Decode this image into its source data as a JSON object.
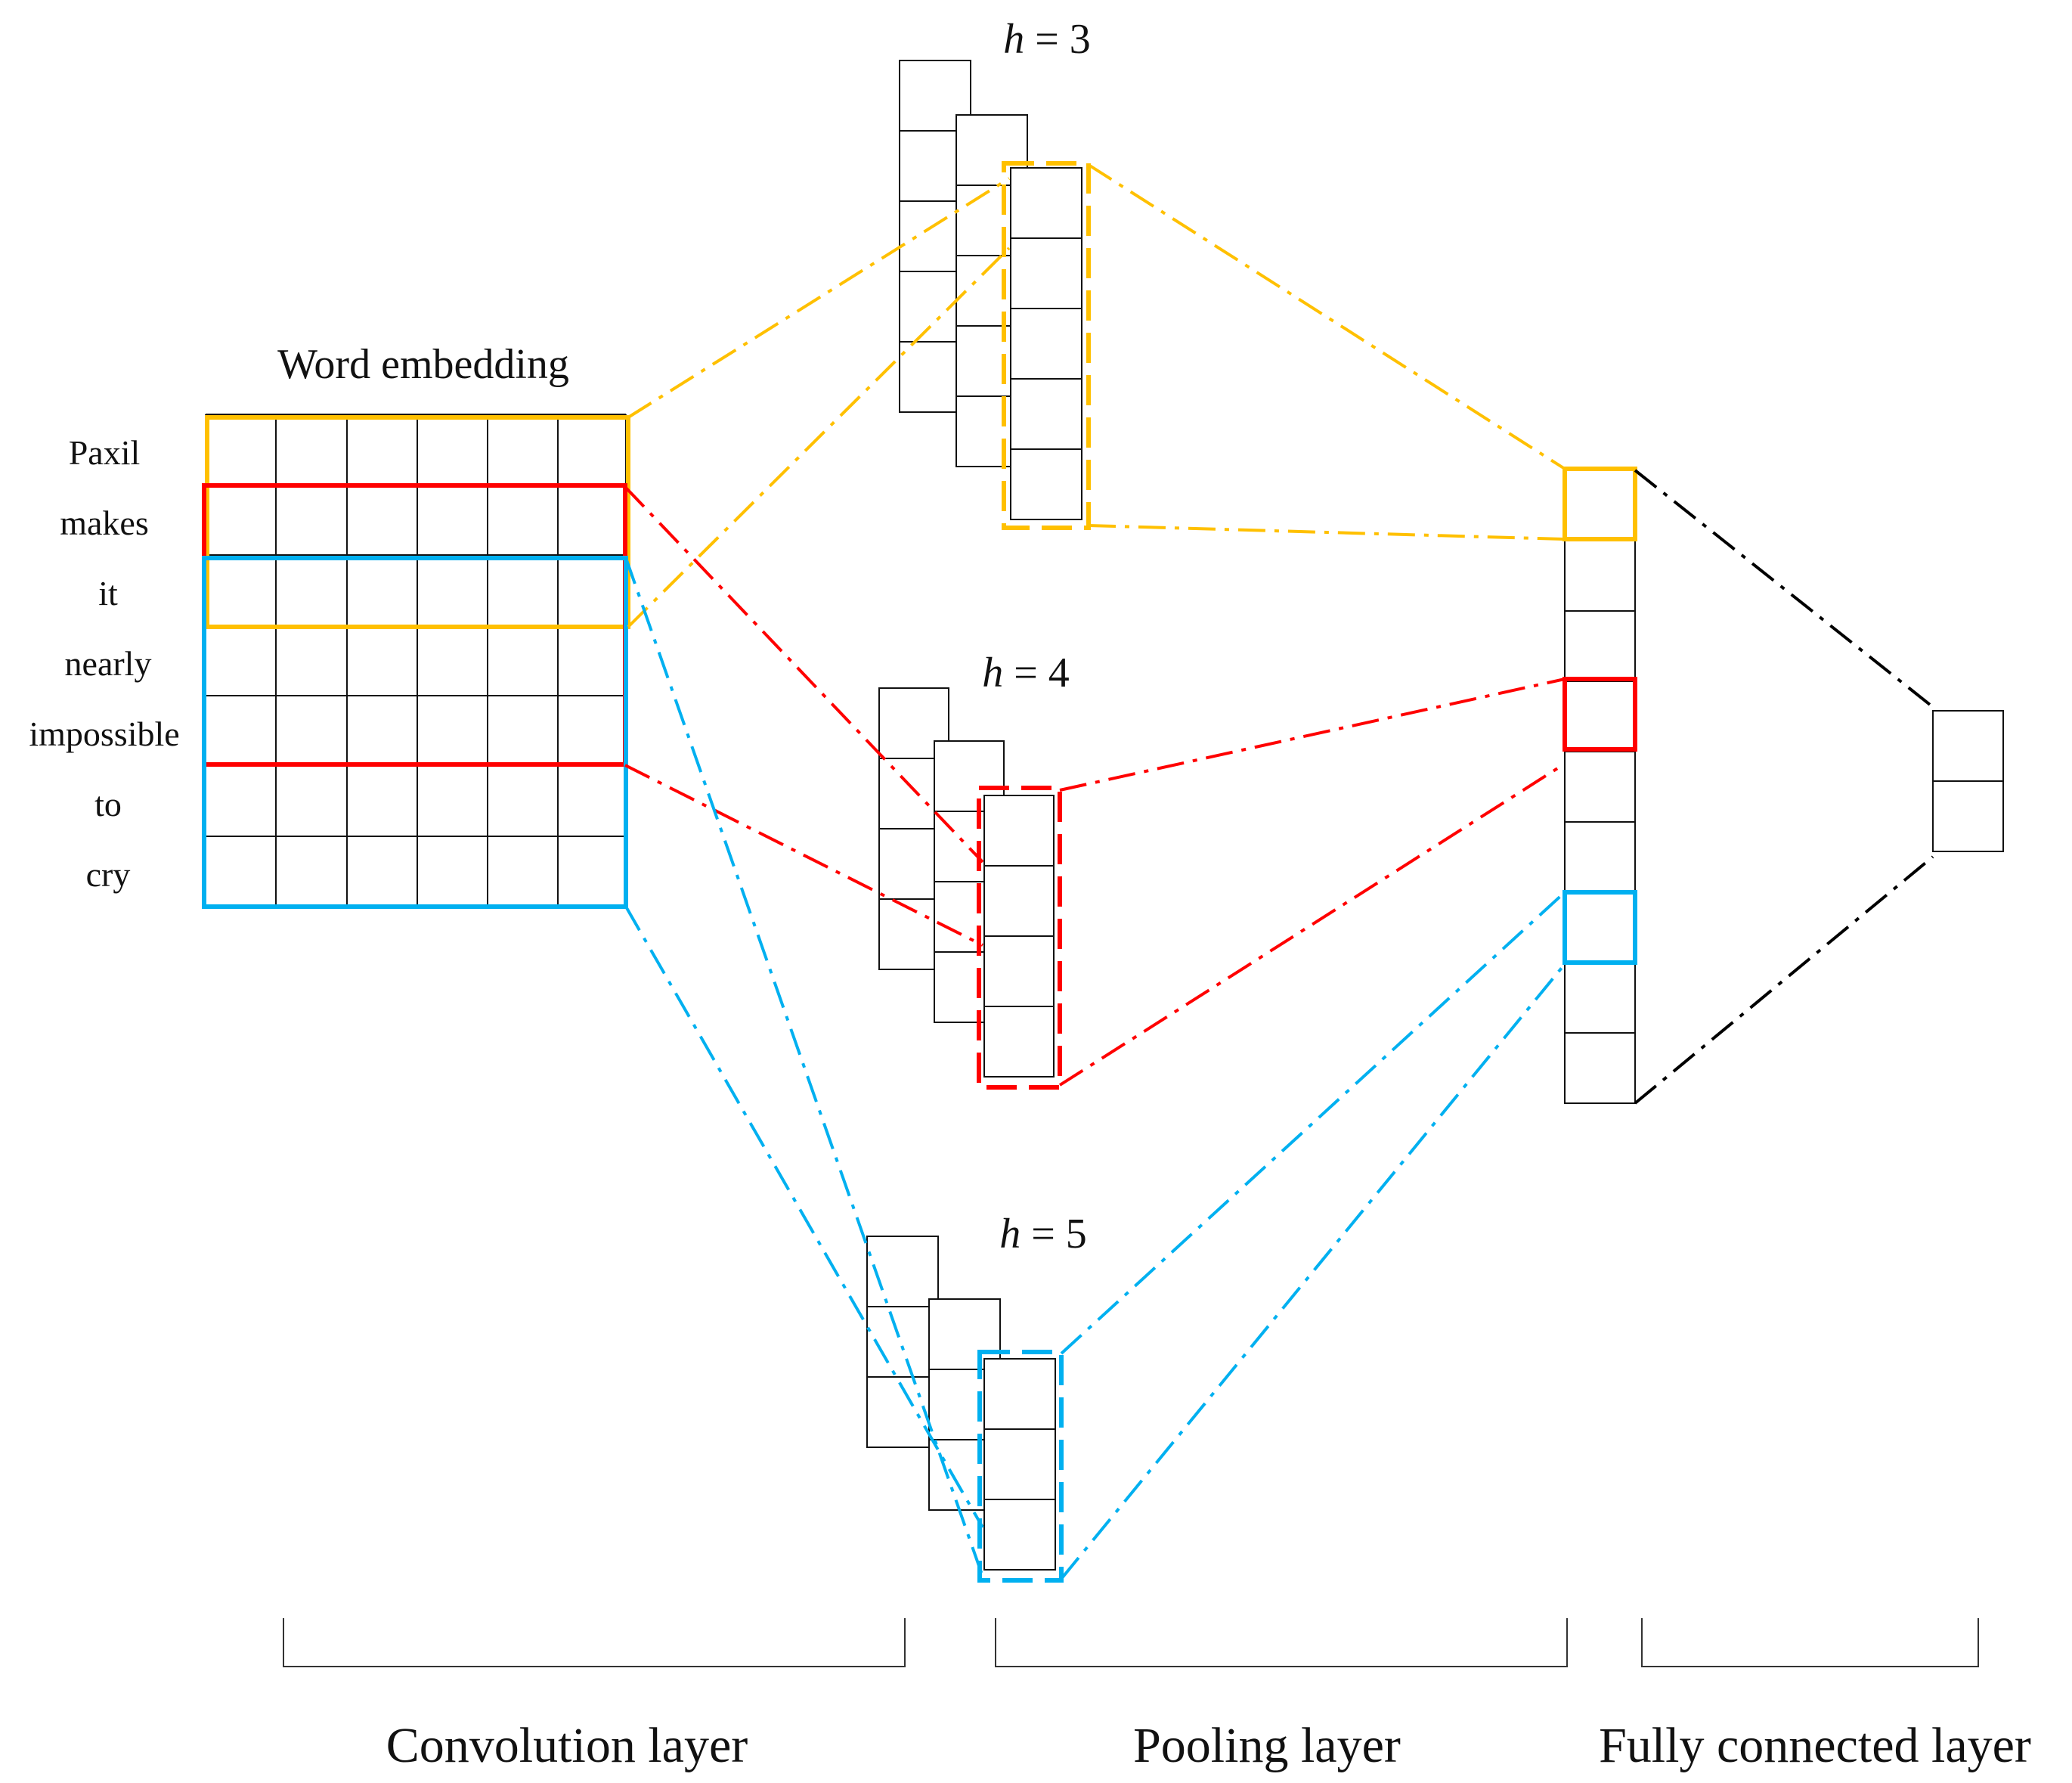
{
  "title": "Word embedding",
  "words": [
    "Paxil",
    "makes",
    "it",
    "nearly",
    "impossible",
    "to",
    "cry"
  ],
  "filters": [
    {
      "label_var": "h",
      "label_eq": " = 3",
      "color": "#FFC000"
    },
    {
      "label_var": "h",
      "label_eq": " = 4",
      "color": "#FF0000"
    },
    {
      "label_var": "h",
      "label_eq": " = 5",
      "color": "#00B0F0"
    }
  ],
  "connector_color": "#000000",
  "layers": [
    "Convolution layer",
    "Pooling layer",
    "Fully connected layer"
  ]
}
